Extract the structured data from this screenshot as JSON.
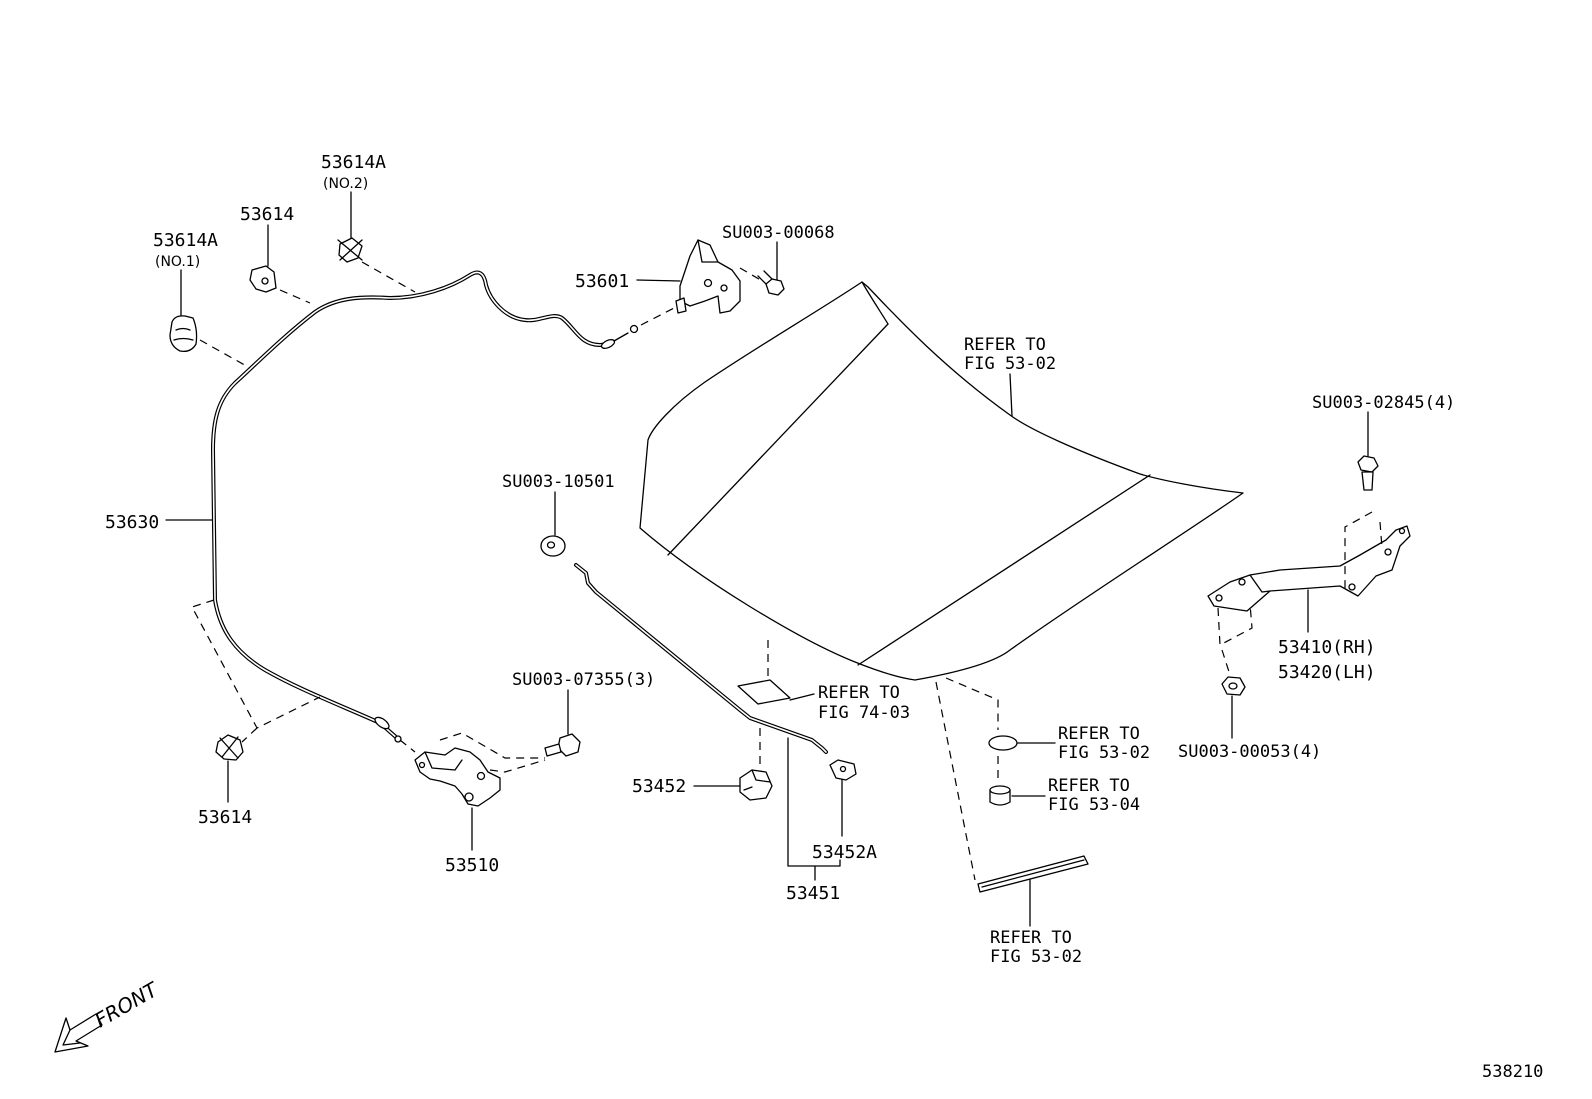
{
  "callouts": {
    "clip_53614a_no1": {
      "part": "53614A",
      "note": "(NO.1)"
    },
    "clip_53614_upper": {
      "part": "53614"
    },
    "clip_53614a_no2": {
      "part": "53614A",
      "note": "(NO.2)"
    },
    "bolt_su003_00068": {
      "part": "SU003-00068"
    },
    "bracket_53601": {
      "part": "53601"
    },
    "hood_ref_top": {
      "line1": "REFER TO",
      "line2": "FIG 53-02"
    },
    "bolt_su003_02845": {
      "part": "SU003-02845(4)"
    },
    "washer_su003_10501": {
      "part": "SU003-10501"
    },
    "cable_53630": {
      "part": "53630"
    },
    "hinge_53410_53420": {
      "rh": "53410(RH)",
      "lh": "53420(LH)"
    },
    "bolt_su003_07355": {
      "part": "SU003-07355(3)"
    },
    "label_ref_74_03": {
      "line1": "REFER TO",
      "line2": "FIG 74-03"
    },
    "pad_ref_53_02": {
      "line1": "REFER TO",
      "line2": "FIG 53-02"
    },
    "cushion_ref_53_04": {
      "line1": "REFER TO",
      "line2": "FIG 53-04"
    },
    "nut_su003_00053": {
      "part": "SU003-00053(4)"
    },
    "holder_53452": {
      "part": "53452"
    },
    "clip_53614_lower": {
      "part": "53614"
    },
    "clip_53452a": {
      "part": "53452A"
    },
    "lock_53510": {
      "part": "53510"
    },
    "rod_53451": {
      "part": "53451"
    },
    "seal_ref_53_02": {
      "line1": "REFER TO",
      "line2": "FIG 53-02"
    }
  },
  "orientation": {
    "front_label": "FRONT",
    "icon": "front-arrow-icon"
  },
  "diagram_number": "538210",
  "colors": {
    "ink": "#000000",
    "paper": "#ffffff"
  }
}
